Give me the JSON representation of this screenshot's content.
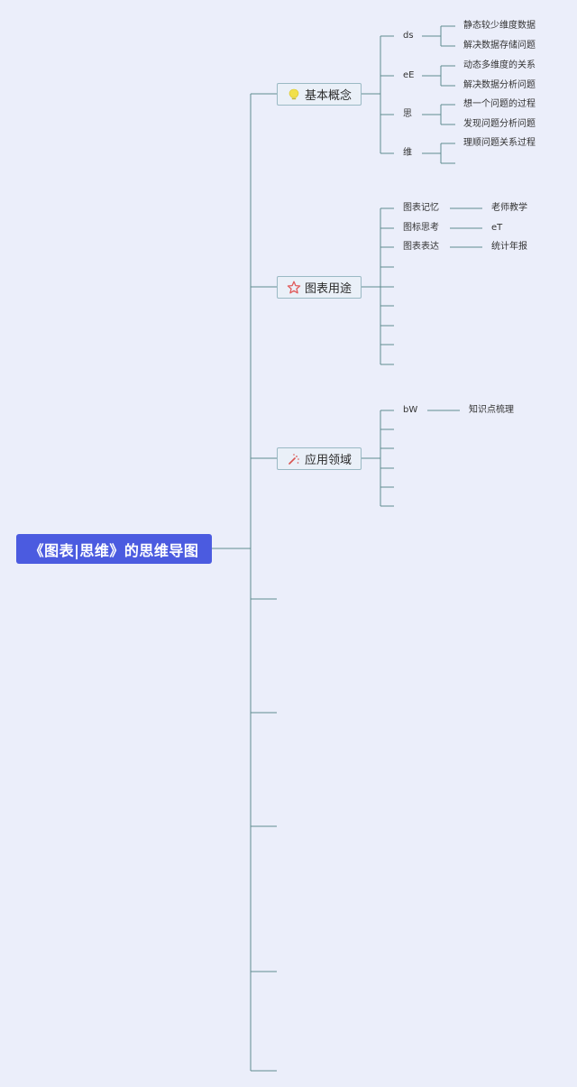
{
  "root": {
    "label": "《图表|思维》的思维导图"
  },
  "branches": [
    {
      "label": "基本概念",
      "icon": "lightbulb-icon",
      "groups": [
        {
          "label": "ds",
          "items": [
            "静态较少维度数据",
            "解决数据存储问题"
          ]
        },
        {
          "label": "eE",
          "items": [
            "动态多维度的关系",
            "解决数据分析问题"
          ]
        },
        {
          "label": "思",
          "items": [
            "想一个问题的过程",
            "发现问题分析问题"
          ]
        },
        {
          "label": "维",
          "items": [
            "理顺问题关系过程"
          ]
        }
      ]
    },
    {
      "label": "图表用途",
      "icon": "star-icon",
      "pairs": [
        {
          "label": "图表记忆",
          "value": "老师教学"
        },
        {
          "label": "图标思考",
          "value": "eT"
        },
        {
          "label": "图表表达",
          "value": "统计年报"
        }
      ]
    },
    {
      "label": "应用领域",
      "icon": "magic-wand-icon",
      "pairs": [
        {
          "label": "bW",
          "value": "知识点梳理"
        }
      ]
    }
  ],
  "colors": {
    "root": "#4b5be0",
    "connector": "#5f8c90",
    "star": "#e05a5a",
    "bulb": "#f1e04a",
    "wand": "#d9534f"
  }
}
